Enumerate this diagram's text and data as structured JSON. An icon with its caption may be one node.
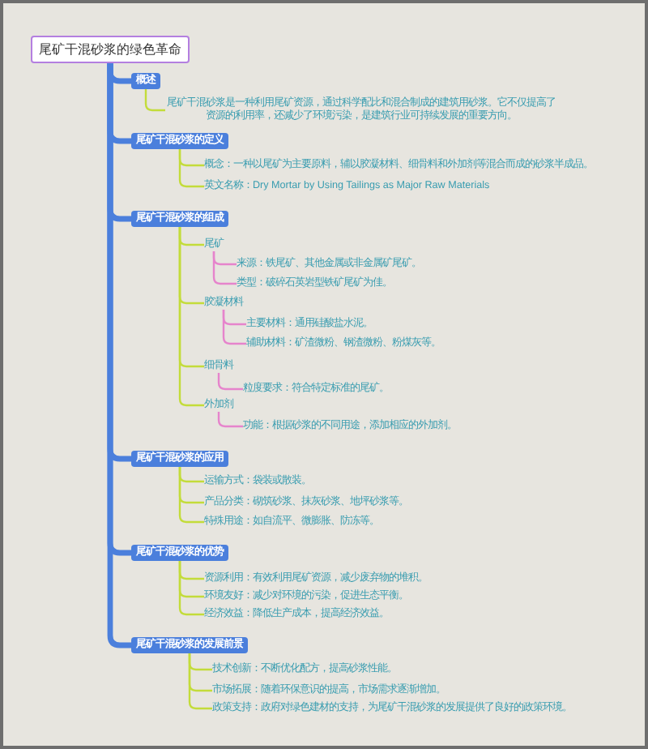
{
  "diagram": {
    "nodes": [
      {
        "text": [
          "尾矿干混砂浆的绿色革命"
        ]
      },
      {
        "text": [
          "概述"
        ]
      },
      {
        "text": [
          "尾矿干混砂浆是一种利用尾矿资源，通过科学配比和混合制成的建筑用砂浆。它不仅提高了资源的利用率，还减少了环境污染，是建筑行业可持续发展的重要方向。"
        ]
      },
      {
        "text": [
          "尾矿干混砂浆的定义"
        ]
      },
      {
        "text": [
          "概念：一种以尾矿为主要原料，辅以胶凝材料、细骨料和外加剂等混合而成的砂浆半成品。"
        ]
      },
      {
        "text": [
          "英文名称：Dry Mortar by Using Tailings as Major Raw Materials"
        ]
      },
      {
        "text": [
          "尾矿干混砂浆的组成"
        ]
      },
      {
        "text": [
          "尾矿"
        ]
      },
      {
        "text": [
          "来源：铁尾矿、其他金属或非金属矿尾矿。"
        ]
      },
      {
        "text": [
          "类型：破碎石英岩型铁矿尾矿为佳。"
        ]
      },
      {
        "text": [
          "胶凝材料"
        ]
      },
      {
        "text": [
          "主要材料：通用硅酸盐水泥。"
        ]
      },
      {
        "text": [
          "辅助材料：矿渣微粉、钢渣微粉、粉煤灰等。"
        ]
      },
      {
        "text": [
          "细骨料"
        ]
      },
      {
        "text": [
          "粒度要求：符合特定标准的尾矿。"
        ]
      },
      {
        "text": [
          "外加剂"
        ]
      },
      {
        "text": [
          "功能：根据砂浆的不同用途，添加相应的外加剂。"
        ]
      },
      {
        "text": [
          "尾矿干混砂浆的应用"
        ]
      },
      {
        "text": [
          "运输方式：袋装或散装。"
        ]
      },
      {
        "text": [
          "产品分类：砌筑砂浆、抹灰砂浆、地坪砂浆等。"
        ]
      },
      {
        "text": [
          "特殊用途：如自流平、微膨胀、防冻等。"
        ]
      },
      {
        "text": [
          "尾矿干混砂浆的优势"
        ]
      },
      {
        "text": [
          "资源利用：有效利用尾矿资源，减少废弃物的堆积。"
        ]
      },
      {
        "text": [
          "环境友好：减少对环境的污染，促进生态平衡。"
        ]
      },
      {
        "text": [
          "经济效益：降低生产成本，提高经济效益。"
        ]
      },
      {
        "text": [
          "尾矿干混砂浆的发展前景"
        ]
      },
      {
        "text": [
          "技术创新：不断优化配方，提高砂浆性能。"
        ]
      },
      {
        "text": [
          "市场拓展：随着环保意识的提高，市场需求逐渐增加。"
        ]
      },
      {
        "text": [
          "政策支持：政府对绿色建材的支持，为尾矿干混砂浆的发展提供了良好的政策环境。"
        ]
      }
    ],
    "edges": [
      {
        "from": 0,
        "to": 1,
        "arrow": "none",
        "style": "thick",
        "color": "#4b7fdc"
      },
      {
        "from": 1,
        "to": 2,
        "arrow": "none"
      },
      {
        "from": 0,
        "to": 3,
        "arrow": "none",
        "style": "thick",
        "color": "#4b7fdc"
      },
      {
        "from": 3,
        "to": 4,
        "arrow": "none"
      },
      {
        "from": 3,
        "to": 5,
        "arrow": "none"
      },
      {
        "from": 0,
        "to": 6,
        "arrow": "none",
        "style": "thick",
        "color": "#4b7fdc"
      },
      {
        "from": 6,
        "to": 7,
        "arrow": "none"
      },
      {
        "from": 7,
        "to": 8,
        "arrow": "none",
        "color": "#e684cc"
      },
      {
        "from": 7,
        "to": 9,
        "arrow": "none",
        "color": "#e684cc"
      },
      {
        "from": 6,
        "to": 10,
        "arrow": "none"
      },
      {
        "from": 10,
        "to": 11,
        "arrow": "none",
        "color": "#e684cc"
      },
      {
        "from": 10,
        "to": 12,
        "arrow": "none",
        "color": "#e684cc"
      },
      {
        "from": 6,
        "to": 13,
        "arrow": "none"
      },
      {
        "from": 13,
        "to": 14,
        "arrow": "none",
        "color": "#e684cc"
      },
      {
        "from": 6,
        "to": 15,
        "arrow": "none"
      },
      {
        "from": 15,
        "to": 16,
        "arrow": "none",
        "color": "#e684cc"
      },
      {
        "from": 0,
        "to": 17,
        "arrow": "none",
        "style": "thick",
        "color": "#4b7fdc"
      },
      {
        "from": 17,
        "to": 18,
        "arrow": "none"
      },
      {
        "from": 17,
        "to": 19,
        "arrow": "none"
      },
      {
        "from": 17,
        "to": 20,
        "arrow": "none"
      },
      {
        "from": 0,
        "to": 21,
        "arrow": "none",
        "style": "thick",
        "color": "#4b7fdc"
      },
      {
        "from": 21,
        "to": 22,
        "arrow": "none"
      },
      {
        "from": 21,
        "to": 23,
        "arrow": "none"
      },
      {
        "from": 21,
        "to": 24,
        "arrow": "none"
      },
      {
        "from": 0,
        "to": 25,
        "arrow": "none",
        "style": "thick",
        "color": "#4b7fdc"
      },
      {
        "from": 25,
        "to": 26,
        "arrow": "none"
      },
      {
        "from": 25,
        "to": 27,
        "arrow": "none"
      },
      {
        "from": 25,
        "to": 28,
        "arrow": "none"
      }
    ]
  }
}
